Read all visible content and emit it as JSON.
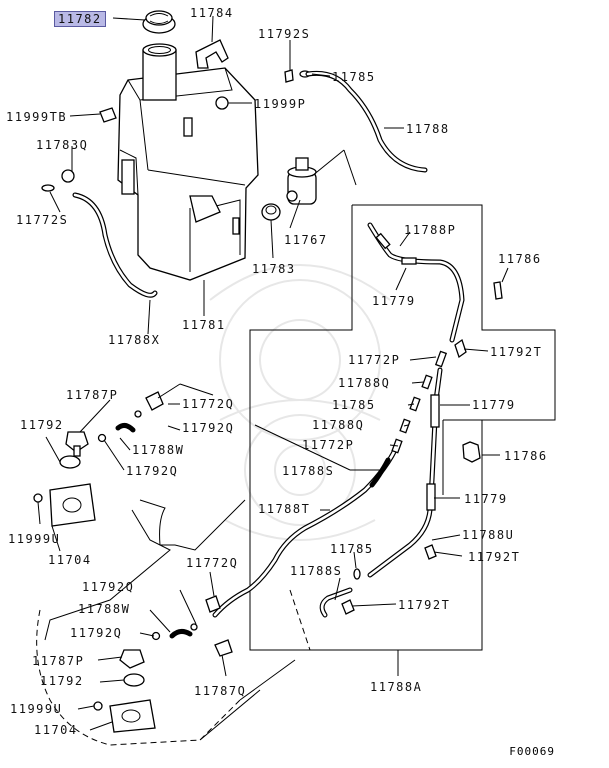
{
  "diagram": {
    "highlighted_part": "11782",
    "figure_code": "F00069",
    "labels": [
      {
        "id": "11782",
        "text": "11782",
        "highlight": true
      },
      {
        "id": "11784",
        "text": "11784"
      },
      {
        "id": "11792S",
        "text": "11792S"
      },
      {
        "id": "11785a",
        "text": "11785"
      },
      {
        "id": "11999TB",
        "text": "11999TB"
      },
      {
        "id": "11999P",
        "text": "11999P"
      },
      {
        "id": "11788",
        "text": "11788"
      },
      {
        "id": "11783Q",
        "text": "11783Q"
      },
      {
        "id": "11772S",
        "text": "11772S"
      },
      {
        "id": "11767",
        "text": "11767"
      },
      {
        "id": "11783",
        "text": "11783"
      },
      {
        "id": "11788P",
        "text": "11788P"
      },
      {
        "id": "11779a",
        "text": "11779"
      },
      {
        "id": "11786a",
        "text": "11786"
      },
      {
        "id": "11781",
        "text": "11781"
      },
      {
        "id": "11788X",
        "text": "11788X"
      },
      {
        "id": "11772P-a",
        "text": "11772P"
      },
      {
        "id": "11792T-a",
        "text": "11792T"
      },
      {
        "id": "11787P-a",
        "text": "11787P"
      },
      {
        "id": "11788Q-a",
        "text": "11788Q"
      },
      {
        "id": "11772Q-a",
        "text": "11772Q"
      },
      {
        "id": "11792Q-a",
        "text": "11792Q"
      },
      {
        "id": "11785b",
        "text": "11785"
      },
      {
        "id": "11779b",
        "text": "11779"
      },
      {
        "id": "11792",
        "text": "11792"
      },
      {
        "id": "11788Q-b",
        "text": "11788Q"
      },
      {
        "id": "11788W-a",
        "text": "11788W"
      },
      {
        "id": "11772P-b",
        "text": "11772P"
      },
      {
        "id": "11786b",
        "text": "11786"
      },
      {
        "id": "11792Q-b",
        "text": "11792Q"
      },
      {
        "id": "11788S-a",
        "text": "11788S"
      },
      {
        "id": "11779c",
        "text": "11779"
      },
      {
        "id": "11999U-a",
        "text": "11999U"
      },
      {
        "id": "11788T",
        "text": "11788T"
      },
      {
        "id": "11704-a",
        "text": "11704"
      },
      {
        "id": "11788U",
        "text": "11788U"
      },
      {
        "id": "11785c",
        "text": "11785"
      },
      {
        "id": "11792T-b",
        "text": "11792T"
      },
      {
        "id": "11772Q-b",
        "text": "11772Q"
      },
      {
        "id": "11788S-b",
        "text": "11788S"
      },
      {
        "id": "11792Q-c",
        "text": "11792Q"
      },
      {
        "id": "11792T-c",
        "text": "11792T"
      },
      {
        "id": "11788W-b",
        "text": "11788W"
      },
      {
        "id": "11792Q-d",
        "text": "11792Q"
      },
      {
        "id": "11787P-b",
        "text": "11787P"
      },
      {
        "id": "11792b",
        "text": "11792"
      },
      {
        "id": "11787Q",
        "text": "11787Q"
      },
      {
        "id": "11788A",
        "text": "11788A"
      },
      {
        "id": "11999U-b",
        "text": "11999U"
      },
      {
        "id": "11704-b",
        "text": "11704"
      }
    ]
  }
}
